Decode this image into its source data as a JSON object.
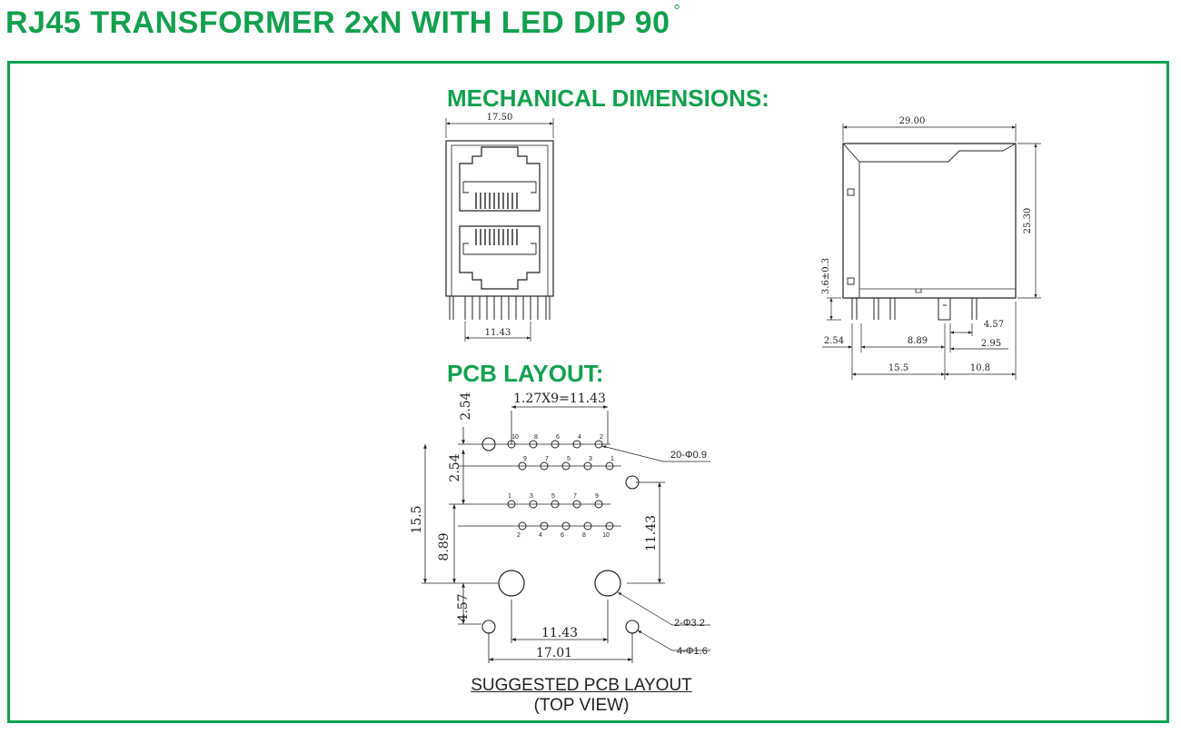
{
  "title": {
    "text": "RJ45 TRANSFORMER 2xN WITH LED DIP 90",
    "degree": "°"
  },
  "sections": {
    "mechanical": "MECHANICAL DIMENSIONS:",
    "pcb": "PCB LAYOUT:"
  },
  "front_view": {
    "width": "17.50",
    "pin_span": "11.43"
  },
  "side_view": {
    "length": "29.00",
    "height": "25.30",
    "standoff": "3.6±0.3",
    "pin_offset": "2.54",
    "pin_pitch": "8.89",
    "post_offset": "4.57",
    "post_width": "2.95",
    "depth_front": "15.5",
    "depth_rear": "10.8"
  },
  "pcb": {
    "pitch_label": "1.27X9=11.43",
    "row_pitch_top": "2.54",
    "row_pitch_mid": "2.54",
    "depth": "15.5",
    "row_offset": "8.89",
    "side_span": "11.43",
    "mount_offset": "4.57",
    "mount_span": "11.43",
    "total_span": "17.01",
    "signal_holes": "20-Φ0.9",
    "mount_holes": "2-Φ3.2",
    "led_holes": "4-Φ1.6",
    "row_a_labels": [
      "10",
      "8",
      "6",
      "4",
      "2"
    ],
    "row_b_labels": [
      "9",
      "7",
      "5",
      "3",
      "1"
    ],
    "row_c_labels": [
      "1",
      "3",
      "5",
      "7",
      "9"
    ],
    "row_d_labels": [
      "2",
      "4",
      "6",
      "8",
      "10"
    ]
  },
  "caption": {
    "line1": "SUGGESTED PCB LAYOUT",
    "line2": "(TOP VIEW)"
  }
}
